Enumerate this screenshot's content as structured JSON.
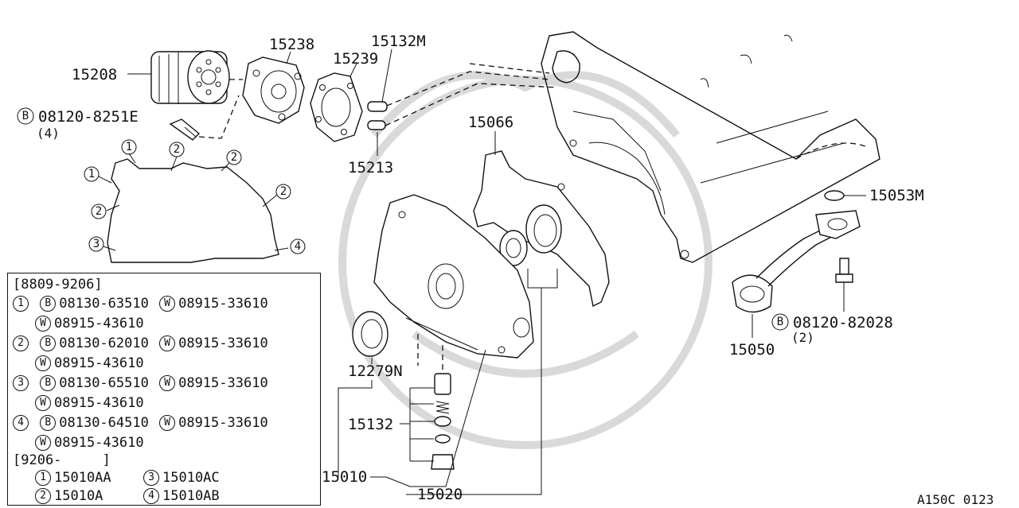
{
  "diagram": {
    "parts": {
      "p15208": "15208",
      "p15238": "15238",
      "p15239": "15239",
      "p15132M": "15132M",
      "p15066": "15066",
      "p15213": "15213",
      "p15053M": "15053M",
      "p15050": "15050",
      "p12279N": "12279N",
      "p15132": "15132",
      "p15010": "15010",
      "p15020": "15020"
    },
    "bolts": {
      "bolt_a_symbol": "B",
      "bolt_a_code": "08120-8251E",
      "bolt_a_qty": "(4)",
      "bolt_b_symbol": "B",
      "bolt_b_code": "08120-82028",
      "bolt_b_qty": "(2)"
    },
    "callouts": {
      "c1": "1",
      "c2": "2",
      "c3": "3",
      "c4": "4"
    },
    "figure_code": "A150C 0123"
  },
  "legend": {
    "range1": "[8809-9206]",
    "range2": "[9206-     ]",
    "rows": [
      {
        "num": "1",
        "b": "B",
        "b_code": "08130-63510",
        "w": "W",
        "w_code": "08915-33610",
        "w2": "W",
        "w2_code": "08915-43610"
      },
      {
        "num": "2",
        "b": "B",
        "b_code": "08130-62010",
        "w": "W",
        "w_code": "08915-33610",
        "w2": "W",
        "w2_code": "08915-43610"
      },
      {
        "num": "3",
        "b": "B",
        "b_code": "08130-65510",
        "w": "W",
        "w_code": "08915-33610",
        "w2": "W",
        "w2_code": "08915-43610"
      },
      {
        "num": "4",
        "b": "B",
        "b_code": "08130-64510",
        "w": "W",
        "w_code": "08915-33610",
        "w2": "W",
        "w2_code": "08915-43610"
      }
    ],
    "new_parts": [
      {
        "num": "1",
        "code": "15010AA"
      },
      {
        "num": "3",
        "code": "15010AC"
      },
      {
        "num": "2",
        "code": "15010A"
      },
      {
        "num": "4",
        "code": "15010AB"
      }
    ]
  }
}
